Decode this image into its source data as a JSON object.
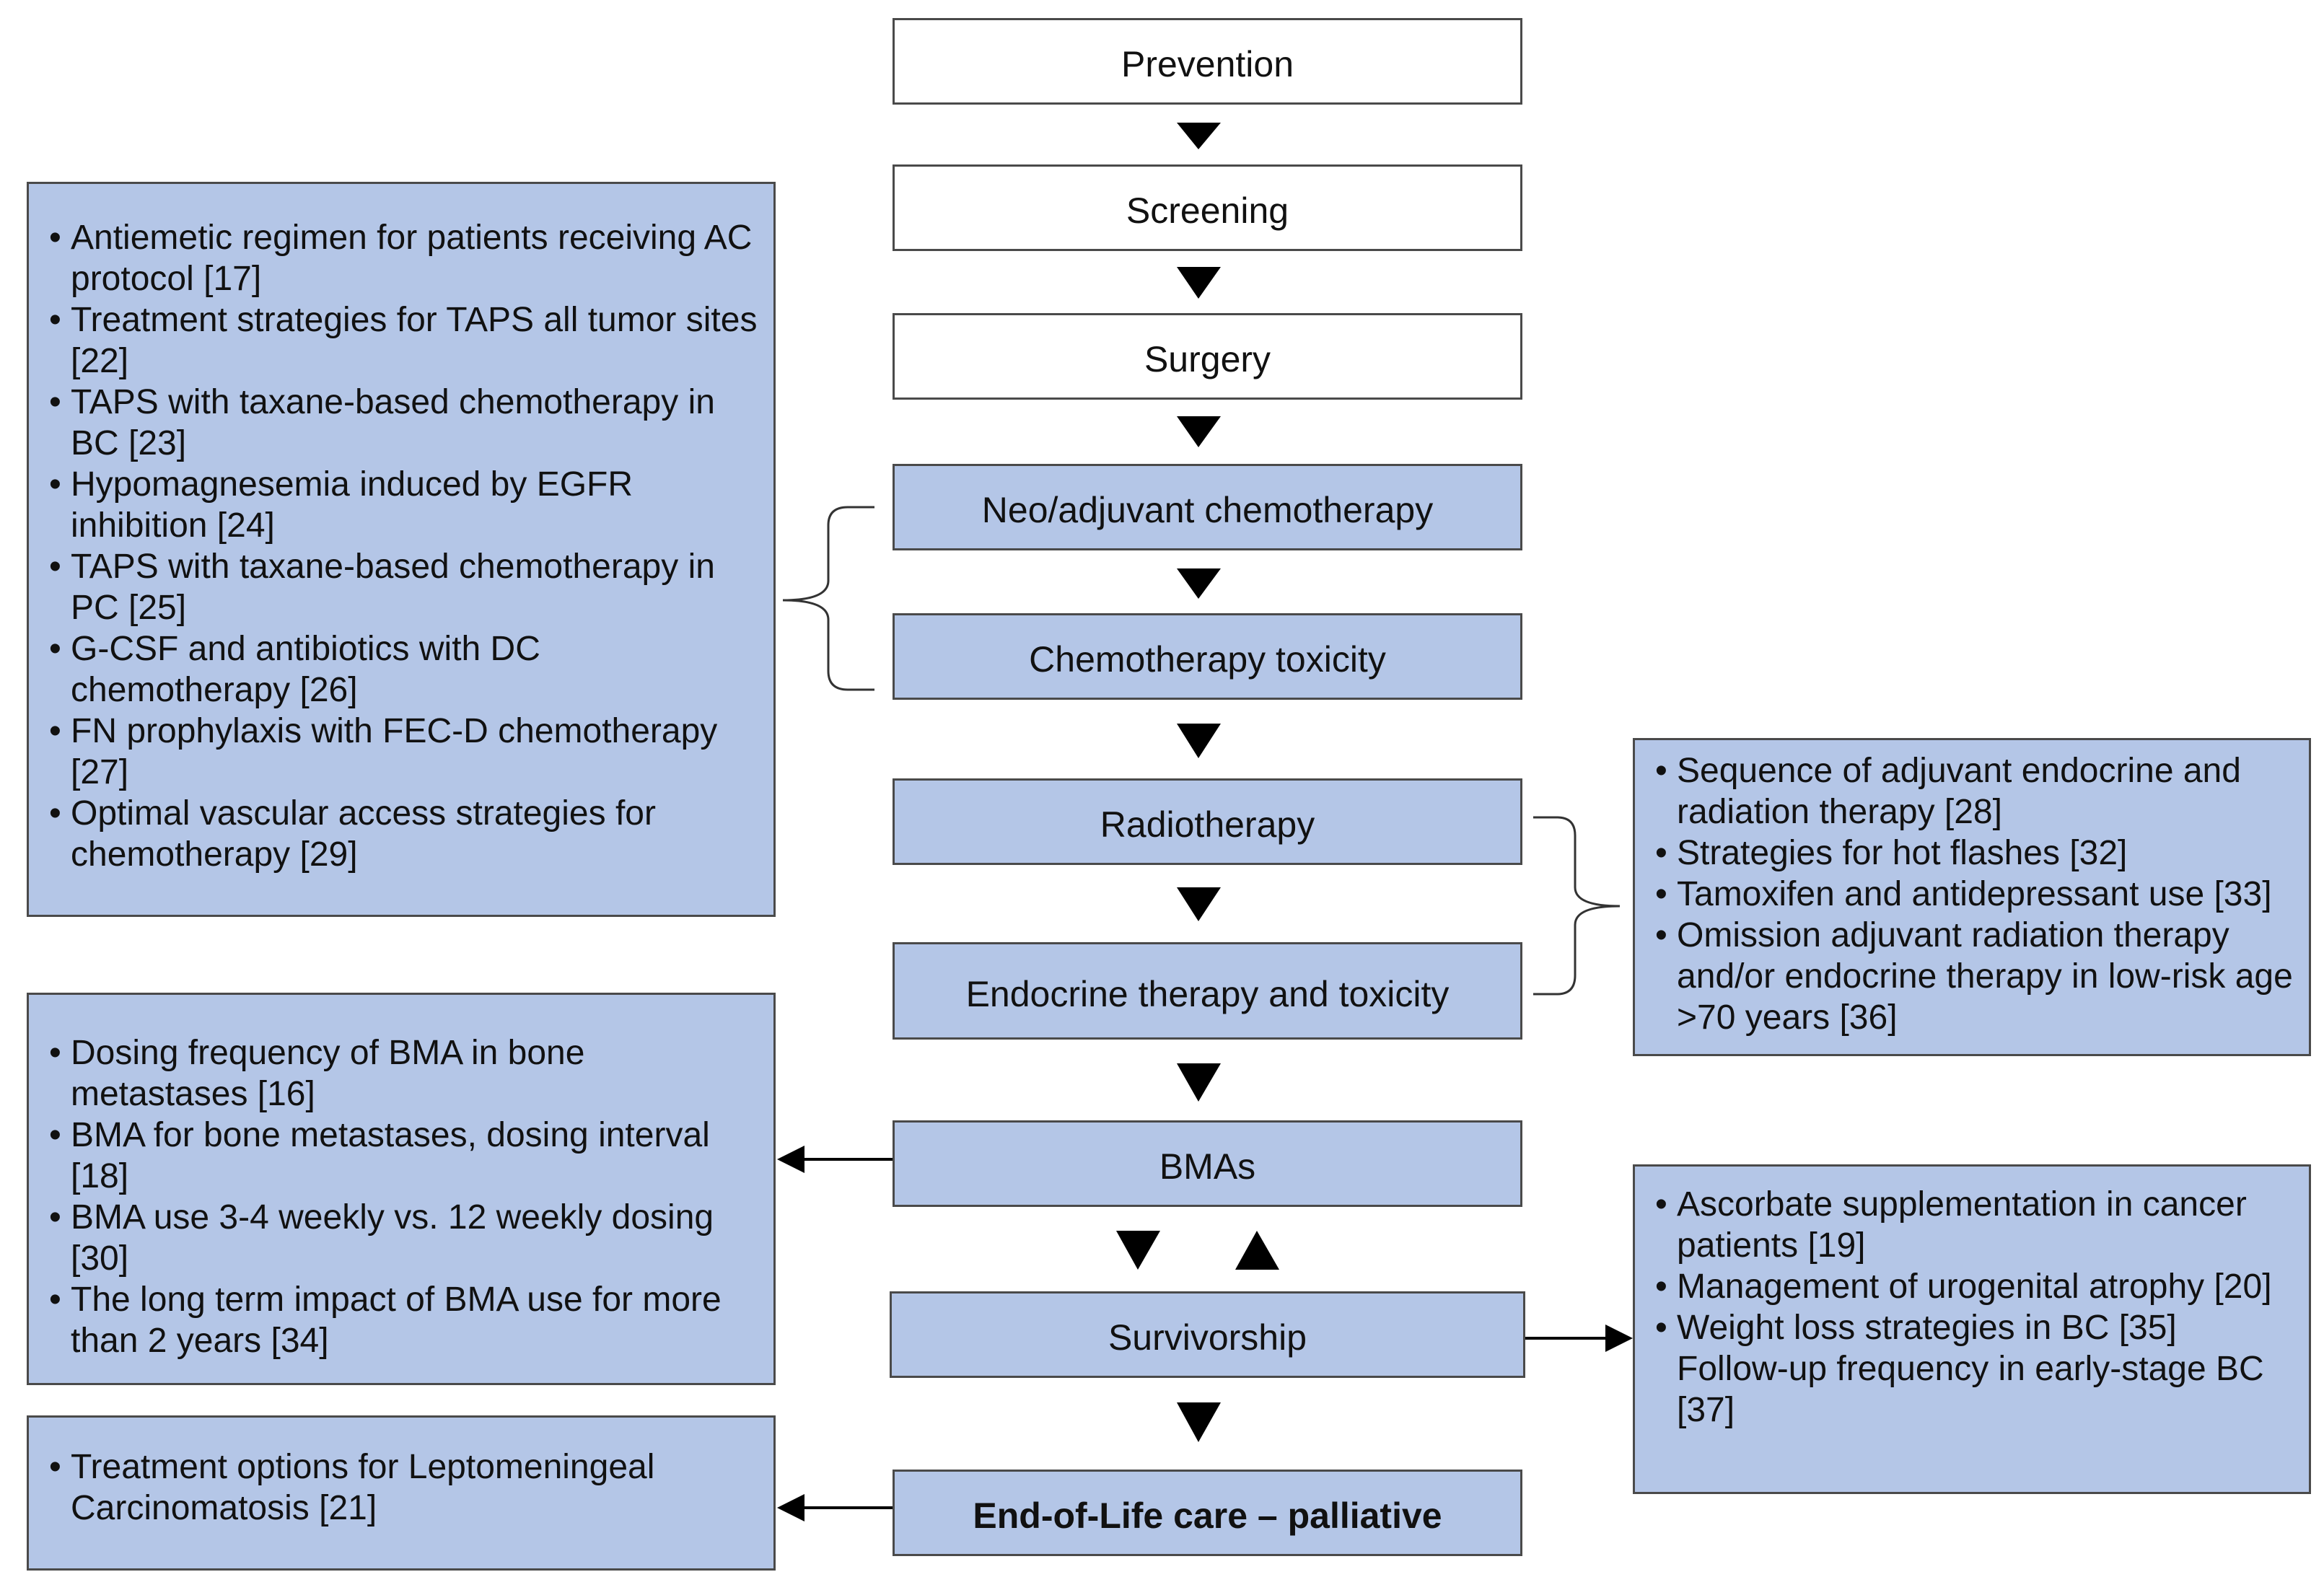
{
  "flow_stages": {
    "prevention": "Prevention",
    "screening": "Screening",
    "surgery": "Surgery",
    "neoadjuvant": "Neo/adjuvant chemotherapy",
    "chemo_toxicity": "Chemotherapy toxicity",
    "radiotherapy": "Radiotherapy",
    "endocrine": "Endocrine therapy and toxicity",
    "bmas": "BMAs",
    "survivorship": "Survivorship",
    "end_of_life": "End-of-Life care – palliative"
  },
  "chemo_panel": {
    "items": [
      "Antiemetic regimen for patients receiving AC protocol [17]",
      "Treatment strategies for TAPS all tumor sites [22]",
      "TAPS with taxane-based chemotherapy in BC [23]",
      "Hypomagnesemia induced by EGFR inhibition [24]",
      "TAPS with taxane-based chemotherapy in PC [25]",
      "G-CSF and antibiotics with DC chemotherapy [26]",
      "FN prophylaxis with FEC-D chemotherapy [27]",
      "Optimal vascular access strategies for chemotherapy [29]"
    ]
  },
  "endocrine_panel": {
    "items": [
      "Sequence of adjuvant endocrine and radiation therapy [28]",
      "Strategies for hot flashes [32]",
      "Tamoxifen and antidepressant use [33]",
      "Omission adjuvant radiation therapy and/or endocrine therapy in low-risk age >70 years [36]"
    ]
  },
  "bma_panel": {
    "items": [
      "Dosing frequency of BMA in bone metastases [16]",
      "BMA for bone metastases, dosing interval [18]",
      "BMA use 3-4 weekly vs. 12 weekly dosing [30]",
      "The long term impact of BMA use for more than 2 years [34]"
    ]
  },
  "survivorship_panel": {
    "items": [
      "Ascorbate supplementation in cancer patients [19]",
      "Management of urogenital atrophy [20]",
      "Weight loss strategies in BC [35]"
    ],
    "extra_line": "Follow-up frequency in early-stage BC [37]"
  },
  "palliative_panel": {
    "items": [
      "Treatment options for Leptomeningeal Carcinomatosis [21]"
    ]
  },
  "colors": {
    "box_fill": "#b4c6e7",
    "border": "#4a4a4a",
    "arrow": "#000000"
  }
}
